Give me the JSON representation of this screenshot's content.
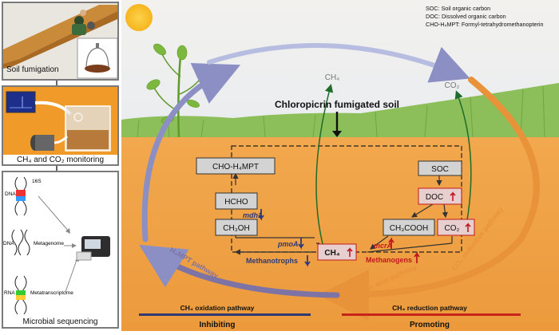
{
  "legend": {
    "soc": "SOC: Soil organic carbon",
    "doc": "DOC: Dissolved organic carbon",
    "cho": "CHO-H₄MPT: Formyl-tetrahydromethanopterin"
  },
  "left_panels": {
    "fumigation": "Soil fumigation",
    "monitoring": "CH₄ and CO₂ monitoring",
    "sequencing": "Microbial sequencing",
    "seq_labels": {
      "dna1": "DNA",
      "s16": "16S",
      "dna2": "DNA",
      "metagenome": "Metagenome",
      "rna": "RNA",
      "metatranscriptome": "Metatranscriptome"
    }
  },
  "diagram": {
    "title": "Chloropicrin fumigated soil",
    "ch4_gas": "CH₄",
    "co2_gas": "CO₂",
    "boxes": {
      "cho": "CHO-H₄MPT",
      "hcho": "HCHO",
      "ch3oh": "CH₃OH",
      "soc": "SOC",
      "doc": "DOC",
      "ch3cooh": "CH₃COOH",
      "co2": "CO₂",
      "ch4": "CH₄"
    },
    "genes": {
      "mdh1": "mdh1",
      "pmoA": "pmoA",
      "mcrA": "mcrA"
    },
    "microbes": {
      "methanotrophs": "Methanotrophs",
      "methanogens": "Methanogens"
    },
    "pathways": {
      "h4mpt": "H₄MPT pathway",
      "acetic": "Acetic acid pathway",
      "co2_reductive": "CO₂ reductive pathway"
    },
    "bottom": {
      "oxidation": "CH₄ oxidation pathway",
      "reduction": "CH₄ reduction pathway",
      "inhibiting": "Inhibiting",
      "promoting": "Promoting"
    },
    "colors": {
      "inhibit_arrow": "#2b3a7a",
      "promote_arrow": "#c0181e",
      "oxidation_bar": "#2f3a75",
      "reduction_bar": "#c8241c",
      "cycle_left": "#8c8fc4",
      "cycle_right": "#e8923a",
      "gas_arrow": "#1f6b2a"
    }
  }
}
